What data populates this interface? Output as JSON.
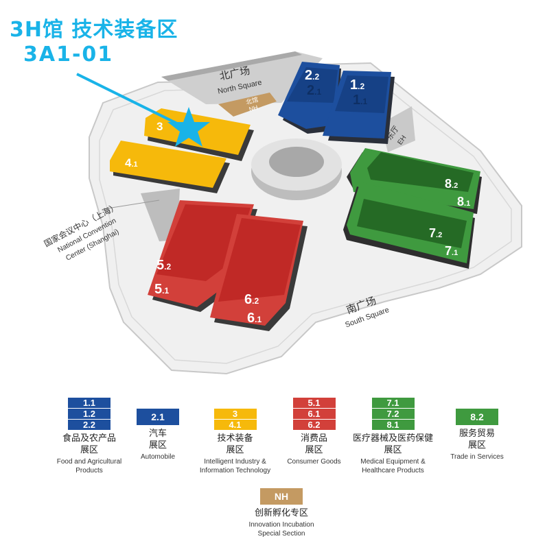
{
  "highlight": {
    "title": "3H馆 技术装备区",
    "code": "3A1-01",
    "color": "#19b3e8"
  },
  "landmarks": {
    "north_square_cn": "北广场",
    "north_square_en": "North Square",
    "north_hall_cn": "北馆",
    "north_hall_en": "NH",
    "east_hall_cn": "东厅",
    "east_hall_en": "EH",
    "south_square_cn": "南广场",
    "south_square_en": "South Square",
    "ncc_cn": "国家会议中心（上海）",
    "ncc_en1": "National Convention",
    "ncc_en2": "Center (Shanghai)"
  },
  "halls": {
    "h1_2": {
      "main": "1",
      "sub": ".2"
    },
    "h1_1": {
      "main": "1",
      "sub": ".1"
    },
    "h2_2": {
      "main": "2",
      "sub": ".2"
    },
    "h2_1": {
      "main": "2",
      "sub": ".1"
    },
    "h3": {
      "main": "3"
    },
    "h4_1": {
      "main": "4",
      "sub": ".1"
    },
    "h5_2": {
      "main": "5",
      "sub": ".2"
    },
    "h5_1": {
      "main": "5",
      "sub": ".1"
    },
    "h6_2": {
      "main": "6",
      "sub": ".2"
    },
    "h6_1": {
      "main": "6",
      "sub": ".1"
    },
    "h7_2": {
      "main": "7",
      "sub": ".2"
    },
    "h7_1": {
      "main": "7",
      "sub": ".1"
    },
    "h8_2": {
      "main": "8",
      "sub": ".2"
    },
    "h8_1": {
      "main": "8",
      "sub": ".1"
    }
  },
  "colors": {
    "food": "#1d4f9e",
    "auto": "#1d4f9e",
    "tech": "#f6b90b",
    "consumer": "#d2403a",
    "medical": "#3f9a3f",
    "trade": "#3f9a3f",
    "nh": "#c49a62",
    "star": "#19b3e8"
  },
  "legend": {
    "food": {
      "badges": [
        "1.1",
        "1.2",
        "2.2"
      ],
      "cn1": "食品及农产品",
      "cn2": "展区",
      "en1": "Food and Agricultural",
      "en2": "Products"
    },
    "auto": {
      "badges": [
        "2.1"
      ],
      "cn1": "汽车",
      "cn2": "展区",
      "en1": "Automobile"
    },
    "tech": {
      "badges": [
        "3",
        "4.1"
      ],
      "cn1": "技术装备",
      "cn2": "展区",
      "en1": "Intelligent Industry &",
      "en2": "Information Technology"
    },
    "consumer": {
      "badges": [
        "5.1",
        "6.1",
        "6.2"
      ],
      "cn1": "消费品",
      "cn2": "展区",
      "en1": "Consumer Goods"
    },
    "medical": {
      "badges": [
        "7.1",
        "7.2",
        "8.1"
      ],
      "cn1": "医疗器械及医药保健",
      "cn2": "展区",
      "en1": "Medical Equipment &",
      "en2": "Healthcare Products"
    },
    "trade": {
      "badges": [
        "8.2"
      ],
      "cn1": "服务贸易",
      "cn2": "展区",
      "en1": "Trade in Services"
    },
    "nh": {
      "badges": [
        "NH"
      ],
      "cn1": "创新孵化专区",
      "en1": "Innovation Incubation",
      "en2": "Special Section"
    }
  }
}
